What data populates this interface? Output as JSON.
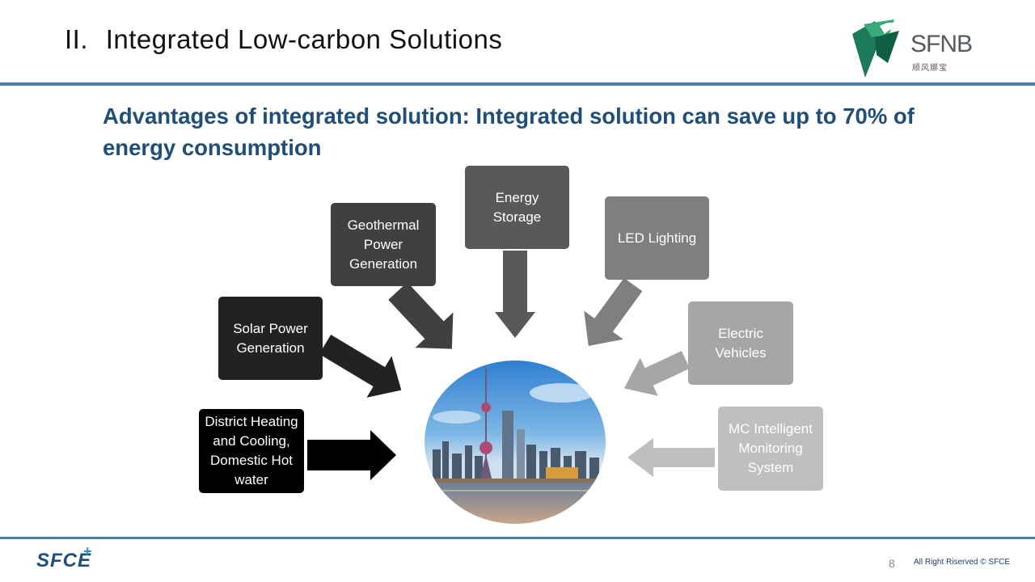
{
  "slide": {
    "number": "II.",
    "title": "Integrated Low-carbon Solutions",
    "subtitle": "Advantages of integrated solution: Integrated solution can save up to 70% of energy consumption"
  },
  "logo": {
    "name": "SFNB",
    "chinese": "顺风娜宝"
  },
  "diagram": {
    "center": "city-skyline-photo",
    "items": [
      {
        "label": "District Heating and Cooling, Domestic Hot water",
        "color": "#000000"
      },
      {
        "label": "Solar Power Generation",
        "color": "#222222"
      },
      {
        "label": "Geothermal Power Generation",
        "color": "#404040"
      },
      {
        "label": "Energy Storage",
        "color": "#595959"
      },
      {
        "label": "LED Lighting",
        "color": "#7f7f7f"
      },
      {
        "label": "Electric Vehicles",
        "color": "#a6a6a6"
      },
      {
        "label": "MC Intelligent Monitoring System",
        "color": "#bfbfbf"
      }
    ]
  },
  "footer": {
    "logo": "SFCE",
    "logo_mark": "+",
    "page_number": "8",
    "copyright": "All Right Riserved © SFCE"
  },
  "colors": {
    "accent_line": "#4e7fa7",
    "title_blue": "#1f4e79"
  }
}
